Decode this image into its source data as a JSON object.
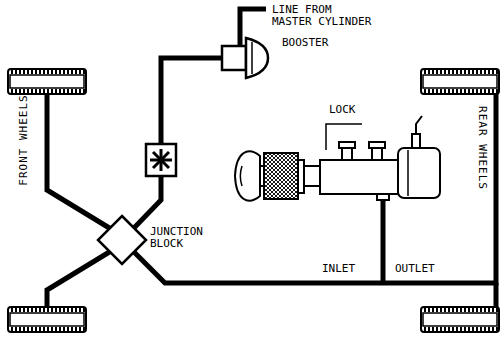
{
  "diagram": {
    "labels": [
      "LINE FROM MASTER CYLINDER",
      "BOOSTER",
      "FRONT WHEELS",
      "JUNCTION BLOCK",
      "LOCK",
      "INLET",
      "OUTLET",
      "REAR WHEELS"
    ]
  }
}
